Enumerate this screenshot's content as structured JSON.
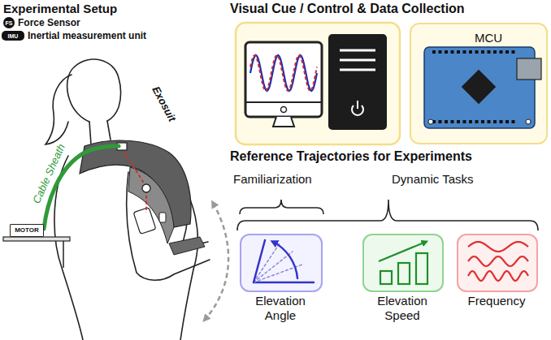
{
  "diagram": {
    "nodes": [
      {
        "text": [
          "MOTOR"
        ]
      },
      {
        "text": [
          "MCU"
        ]
      },
      {
        "text": [
          "Elevation Angle"
        ]
      },
      {
        "text": [
          "Elevation Speed"
        ]
      },
      {
        "text": [
          "Frequency"
        ]
      }
    ],
    "labels": [
      "Experimental Setup",
      "FS",
      "IMU",
      "Cable Sheath",
      "Exosuit",
      "Visual Cue / Control & Data Collection",
      "Reference Trajectories for Experiments",
      "Familiarization",
      "Dynamic Tasks"
    ],
    "legend": [
      {
        "text": "Force Sensor"
      },
      {
        "text": "Inertial measurement unit"
      }
    ]
  }
}
